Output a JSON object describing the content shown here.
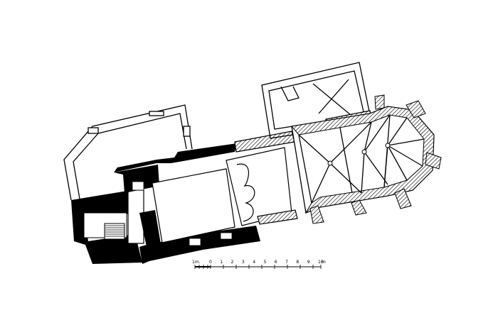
{
  "scale_bar": {
    "unit_prefix": "1m.",
    "labels": [
      "0",
      "1",
      "2",
      "3",
      "4",
      "5",
      "6",
      "7",
      "8",
      "9",
      "10"
    ],
    "unit_suffix": "m"
  },
  "colors": {
    "ink": "#000000",
    "paper": "#ffffff"
  }
}
